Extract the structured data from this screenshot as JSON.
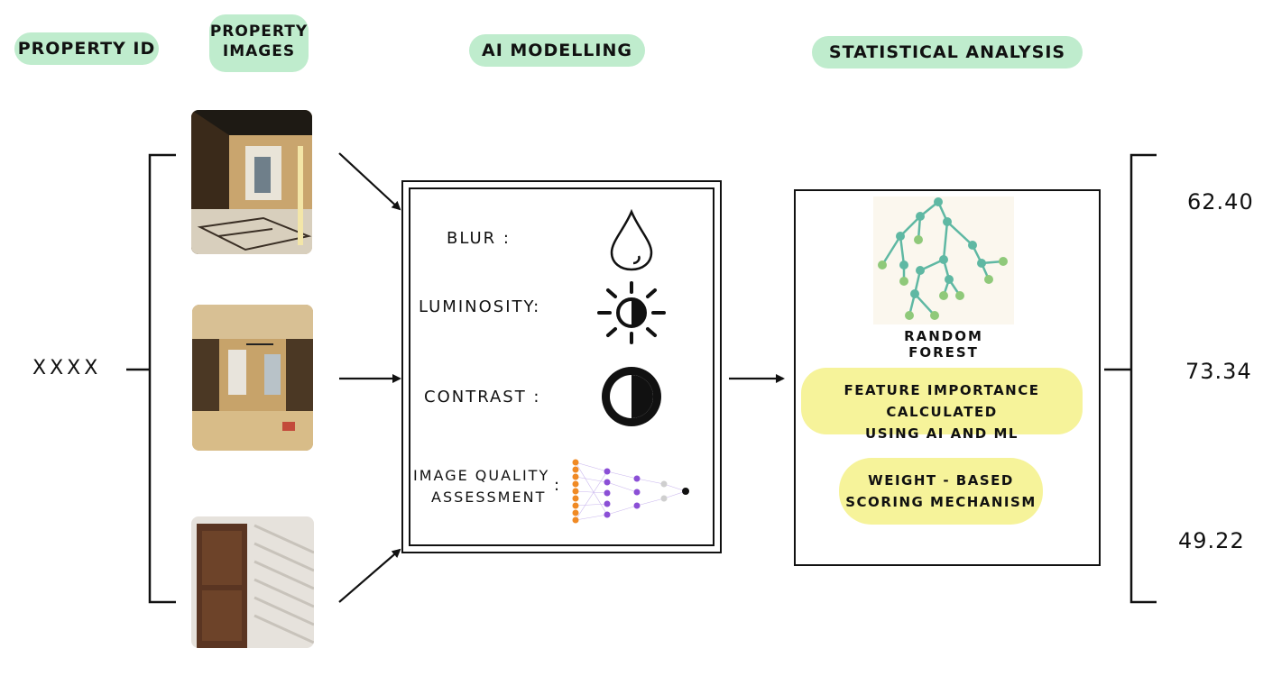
{
  "headers": {
    "property_id": "PROPERTY ID",
    "property_images": "PROPERTY IMAGES",
    "ai_modelling": "AI MODELLING",
    "statistical_analysis": "STATISTICAL ANALYSIS"
  },
  "property": {
    "id_value": "XXXX"
  },
  "ai_box": {
    "metrics": [
      {
        "label": "BLUR :",
        "icon": "water-drop-icon"
      },
      {
        "label": "LUMINOSITY:",
        "icon": "sun-brightness-icon"
      },
      {
        "label": "CONTRAST :",
        "icon": "contrast-icon"
      }
    ],
    "iqa_line1": "IMAGE QUALITY",
    "iqa_line2": "ASSESSMENT",
    "iqa_colon": ":",
    "nn_icon": "neural-network-icon"
  },
  "stats_box": {
    "tree_icon": "decision-tree-icon",
    "model_label": "RANDOM FOREST",
    "feature_line1": "FEATURE IMPORTANCE CALCULATED",
    "feature_line2": "USING AI AND ML",
    "weight_line1": "WEIGHT - BASED",
    "weight_line2": "SCORING MECHANISM"
  },
  "scores": [
    "62.40",
    "73.34",
    "49.22"
  ],
  "colors": {
    "header_pill": "#bfeccd",
    "highlight": "#f6f39a",
    "tree_node": "#5fb8a3",
    "tree_leaf": "#8fc97a",
    "nn_orange": "#f08a24",
    "nn_purple": "#8b4fd6"
  }
}
